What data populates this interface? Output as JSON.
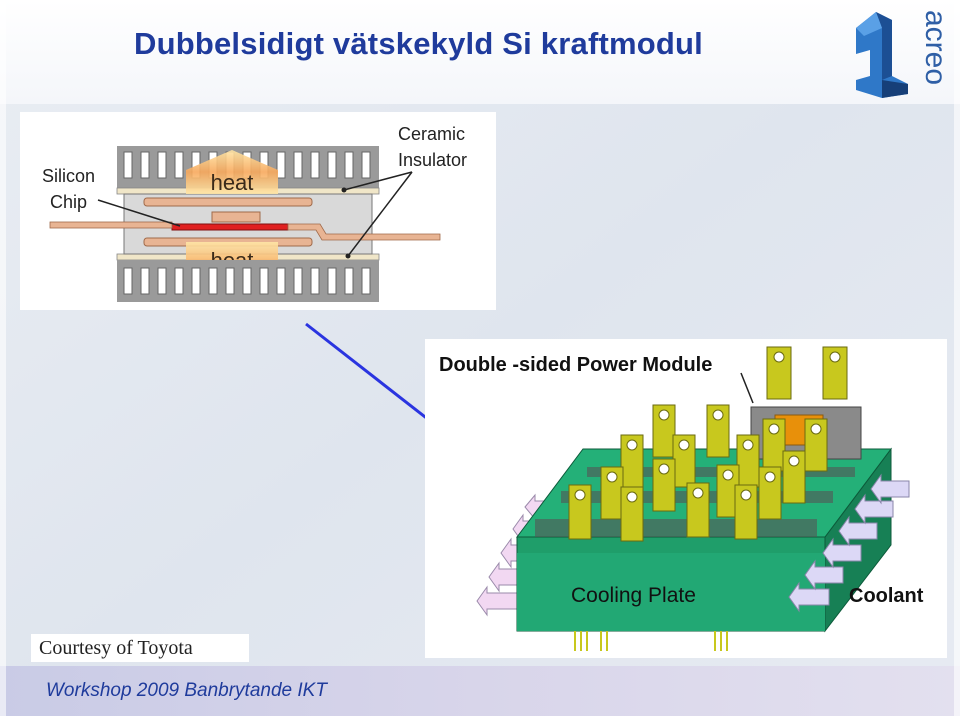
{
  "slide": {
    "title": "Dubbelsidigt  vätskekyld Si kraftmodul",
    "footer": "Workshop 2009 Banbrytande IKT",
    "logo_text": "acreo"
  },
  "cross_section": {
    "label_chip_line1": "Silicon",
    "label_chip_line2": "Chip",
    "label_insulator_line1": "Ceramic",
    "label_insulator_line2": "Insulator",
    "heat_top": "heat",
    "heat_bottom": "heat"
  },
  "module": {
    "title": "Double -sided Power Module",
    "cooling_plate": "Cooling Plate",
    "coolant": "Coolant"
  },
  "credit": "Courtesy of Toyota",
  "colors": {
    "title_blue": "#1f3b9c",
    "cooling_green": "#1f9e6a",
    "terminal_yellow": "#c8c81e",
    "heat_orange": "#f08a3c",
    "arrow_blue": "#2a34e0"
  }
}
